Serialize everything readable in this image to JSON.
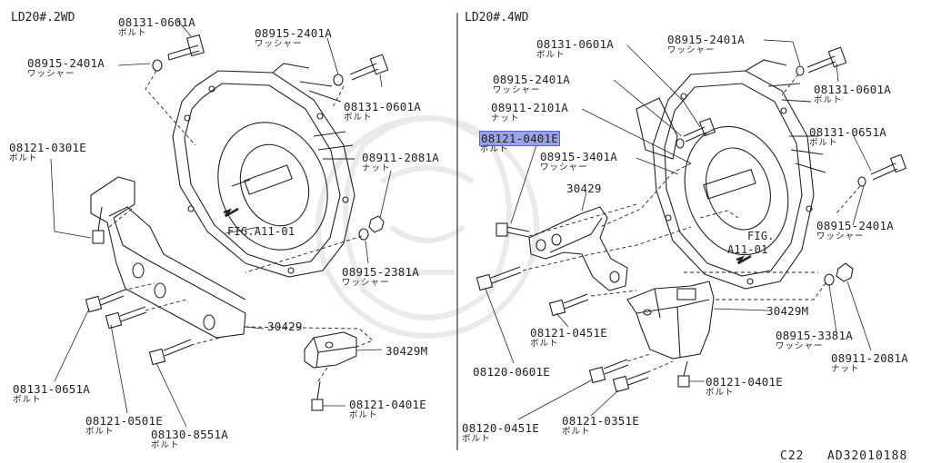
{
  "titles": {
    "left": "LD20#.2WD",
    "right": "LD20#.4WD"
  },
  "fig_left": "FIG.A11-01",
  "fig_right_1": "FIG.",
  "fig_right_2": "A11-01",
  "footer": {
    "code1": "C22",
    "code2": "AD32010188"
  },
  "left_parts": [
    {
      "code": "08131-0601A",
      "sub": "ボルト"
    },
    {
      "code": "08915-2401A",
      "sub": "ワッシャー"
    },
    {
      "code": "08915-2401A",
      "sub": "ワッシャー"
    },
    {
      "code": "08131-0601A",
      "sub": "ボルト"
    },
    {
      "code": "08121-0301E",
      "sub": "ボルト"
    },
    {
      "code": "08911-2081A",
      "sub": "ナット"
    },
    {
      "code": "08915-2381A",
      "sub": "ワッシャー"
    },
    {
      "code": "30429",
      "sub": ""
    },
    {
      "code": "30429M",
      "sub": ""
    },
    {
      "code": "08131-0651A",
      "sub": "ボルト"
    },
    {
      "code": "08121-0501E",
      "sub": "ボルト"
    },
    {
      "code": "08130-8551A",
      "sub": "ボルト"
    },
    {
      "code": "08121-0401E",
      "sub": "ボルト"
    }
  ],
  "right_parts": [
    {
      "code": "08131-0601A",
      "sub": "ボルト"
    },
    {
      "code": "08915-2401A",
      "sub": "ワッシャー"
    },
    {
      "code": "08915-2401A",
      "sub": "ワッシャー"
    },
    {
      "code": "08131-0601A",
      "sub": "ボルト"
    },
    {
      "code": "08911-2101A",
      "sub": "ナット"
    },
    {
      "code": "08121-0401E",
      "sub": "ボルト"
    },
    {
      "code": "08915-3401A",
      "sub": "ワッシャー"
    },
    {
      "code": "08131-0651A",
      "sub": "ボルト"
    },
    {
      "code": "30429",
      "sub": ""
    },
    {
      "code": "08915-2401A",
      "sub": "ワッシャー"
    },
    {
      "code": "30429M",
      "sub": ""
    },
    {
      "code": "08120-0601E",
      "sub": ""
    },
    {
      "code": "08121-0451E",
      "sub": "ボルト"
    },
    {
      "code": "08915-3381A",
      "sub": "ワッシャー"
    },
    {
      "code": "08911-2081A",
      "sub": "ナット"
    },
    {
      "code": "08121-0401E",
      "sub": "ボルト"
    },
    {
      "code": "08120-0451E",
      "sub": "ボルト"
    },
    {
      "code": "08121-0351E",
      "sub": "ボルト"
    }
  ]
}
